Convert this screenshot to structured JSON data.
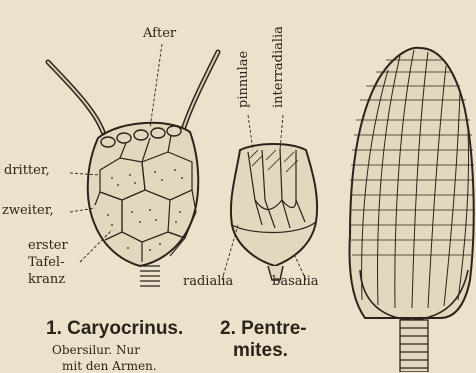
{
  "labels": {
    "after": "After",
    "pinnulae": "pinnulae",
    "interradialia": "interradialia",
    "dritter": "dritter,",
    "zweiter": "zweiter,",
    "erster": "erster",
    "tafel": "Tafel-",
    "kranz": "kranz",
    "radialia": "radialia",
    "basalia": "basalia"
  },
  "captions": {
    "caryocrinus": "1. Caryocrinus.",
    "caryocrinus_sub": "Obersilur.  Nur",
    "caryocrinus_sub2": "mit den Armen.",
    "pentremites_1": "2. Pentre-",
    "pentremites_2": "mites."
  },
  "colors": {
    "paper": "#ece2cb",
    "ink": "#2b241c"
  }
}
